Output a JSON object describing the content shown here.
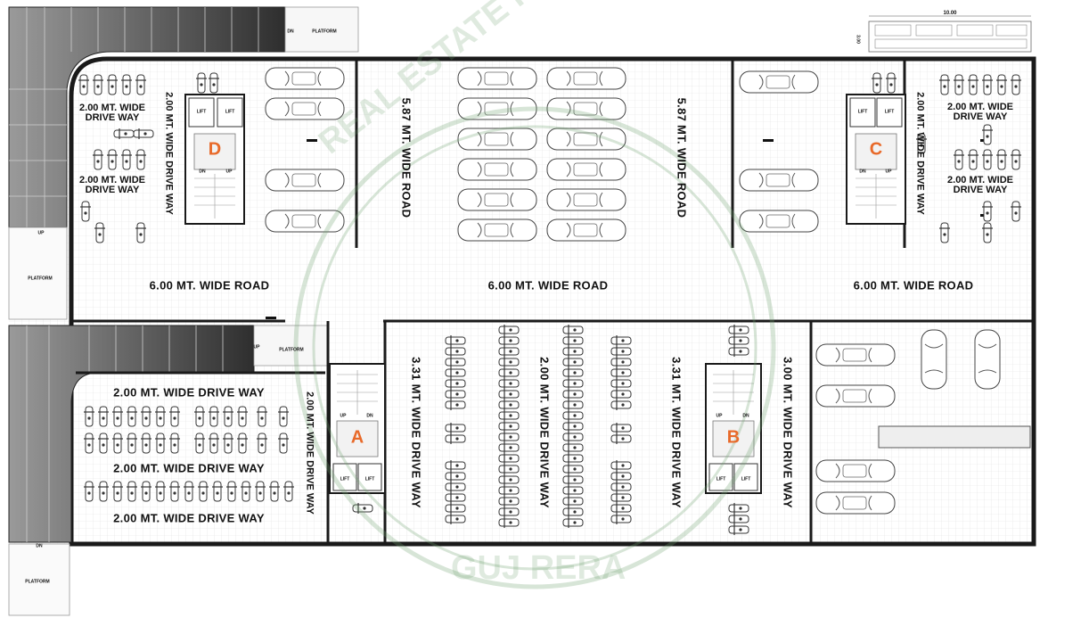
{
  "labels": {
    "road": "6.00 MT. WIDE ROAD",
    "road_587": "5.87 MT. WIDE ROAD",
    "drive_200": "2.00 MT. WIDE DRIVE WAY",
    "drive_200_l1": "2.00 MT. WIDE",
    "drive_200_l2": "DRIVE WAY",
    "drive_331": "3.31 MT. WIDE DRIVE WAY",
    "drive_300": "3.00 MT. WIDE DRIVE WAY",
    "platform": "PLATFORM",
    "lift": "LIFT",
    "up": "UP",
    "dn": "DN",
    "dim_width": "10.00",
    "dim_height": "3.00"
  },
  "cores": {
    "a": "A",
    "b": "B",
    "c": "C",
    "d": "D"
  },
  "watermark": {
    "text": "REAL ESTATE REGULATORY AUTHORITY",
    "bottom": "GUJ RERA"
  },
  "colors": {
    "core_letter": "#e86a2a",
    "ramp_dark": "#3a3a3a",
    "wall": "#1a1a1a",
    "watermark": "#6ea06e"
  }
}
